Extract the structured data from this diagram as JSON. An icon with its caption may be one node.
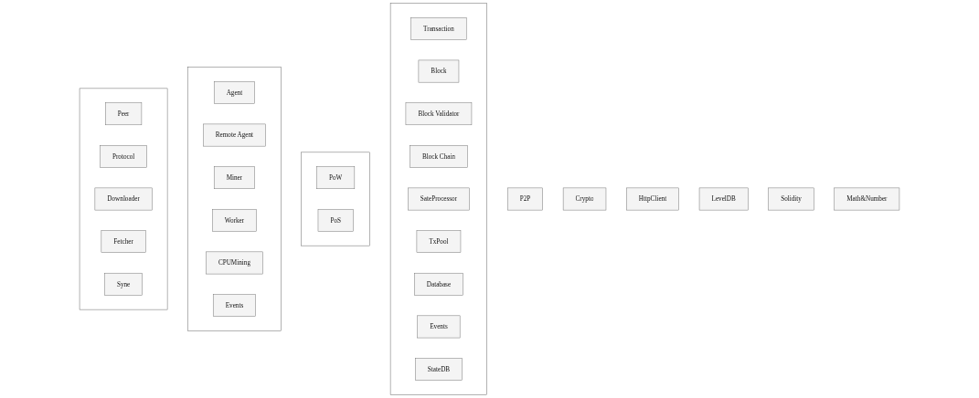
{
  "diagram": {
    "nodes": [
      {
        "text": [],
        "shape": "box"
      },
      {
        "text": [
          "Transaction"
        ],
        "in": 0
      },
      {
        "text": [
          "Block"
        ],
        "in": 0
      },
      {
        "text": [
          "Block Validator"
        ],
        "in": 0
      },
      {
        "text": [
          "Block Chain"
        ],
        "in": 0
      },
      {
        "text": [
          "SateProcessor"
        ],
        "in": 0
      },
      {
        "text": [
          "TxPool"
        ],
        "in": 0
      },
      {
        "text": [
          "Database"
        ],
        "in": 0
      },
      {
        "text": [
          "Events"
        ],
        "in": 0
      },
      {
        "text": [
          "StateDB"
        ],
        "in": 0
      },
      {
        "text": [],
        "shape": "box"
      },
      {
        "text": [
          "PoW"
        ],
        "in": 10
      },
      {
        "text": [
          "PoS"
        ],
        "in": 10
      },
      {
        "text": [],
        "shape": "box"
      },
      {
        "text": [
          "Agent"
        ],
        "in": 13
      },
      {
        "text": [
          "Remote Agent"
        ],
        "in": 13
      },
      {
        "text": [
          "Miner"
        ],
        "in": 13
      },
      {
        "text": [
          "Worker"
        ],
        "in": 13
      },
      {
        "text": [
          "CPUMining"
        ],
        "in": 13
      },
      {
        "text": [
          "Events"
        ],
        "in": 13
      },
      {
        "text": [],
        "shape": "box"
      },
      {
        "text": [
          "Peer"
        ],
        "in": 20
      },
      {
        "text": [
          "Protocol"
        ],
        "in": 20
      },
      {
        "text": [
          "Downloader"
        ],
        "in": 20
      },
      {
        "text": [
          "Fetcher"
        ],
        "in": 20
      },
      {
        "text": [
          "Syne"
        ],
        "in": 20
      },
      {
        "text": [
          "P2P"
        ]
      },
      {
        "text": [
          "Crypto"
        ]
      },
      {
        "text": [
          "HttpClient"
        ]
      },
      {
        "text": [
          "LevelDB"
        ]
      },
      {
        "text": [
          "Solidity"
        ]
      },
      {
        "text": [
          "Math&Number"
        ]
      }
    ],
    "edges": []
  }
}
